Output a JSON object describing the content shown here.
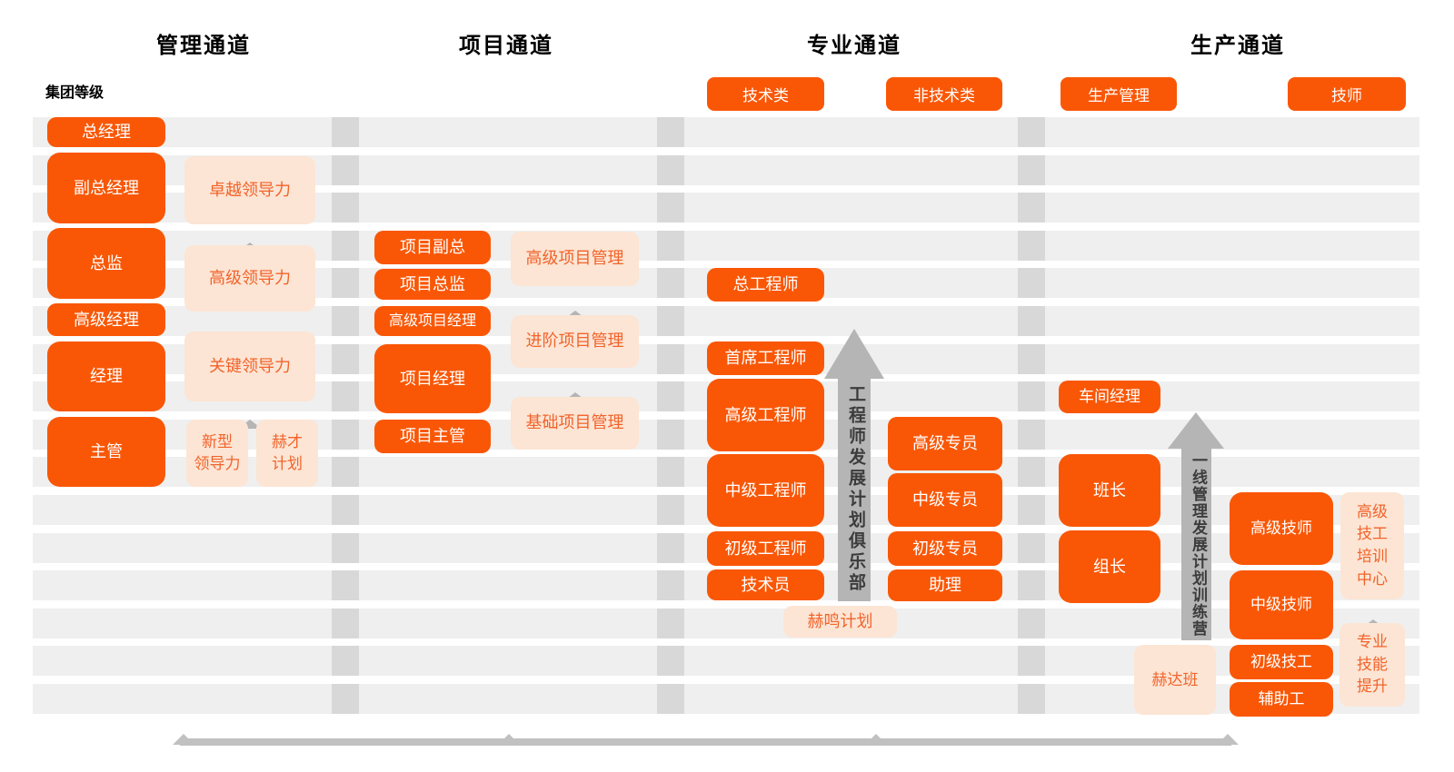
{
  "titles": {
    "management": "管理通道",
    "project": "项目通道",
    "professional": "专业通道",
    "production": "生产通道"
  },
  "group_level_label": "集团等级",
  "management": {
    "positions": [
      "总经理",
      "副总经理",
      "总监",
      "高级经理",
      "经理",
      "主管"
    ],
    "programs": [
      "卓越领导力",
      "高级领导力",
      "关键领导力",
      "新型\n领导力",
      "赫才\n计划"
    ]
  },
  "project": {
    "positions": [
      "项目副总",
      "项目总监",
      "高级项目经理",
      "项目经理",
      "项目主管"
    ],
    "programs": [
      "高级项目管理",
      "进阶项目管理",
      "基础项目管理"
    ]
  },
  "professional": {
    "tags": [
      "技术类",
      "非技术类"
    ],
    "chief": "总工程师",
    "technical_positions": [
      "首席工程师",
      "高级工程师",
      "中级工程师",
      "初级工程师",
      "技术员"
    ],
    "non_technical_positions": [
      "高级专员",
      "中级专员",
      "初级专员",
      "助理"
    ],
    "club_arrow_label": "工程师发展计划俱乐部",
    "program": "赫鸣计划"
  },
  "production": {
    "tags": [
      "生产管理",
      "技师"
    ],
    "management_positions": [
      "车间经理",
      "班长",
      "组长"
    ],
    "technician_positions": [
      "高级技师",
      "中级技师",
      "初级技工",
      "辅助工"
    ],
    "camp_arrow_label": "一线管理发展计划训练营",
    "programs": {
      "training_center": "高级\n技工\n培训\n中心",
      "skill_upgrade": "专业\n技能\n提升",
      "heda_class": "赫达班"
    }
  },
  "colors": {
    "accent": "#F95706",
    "light_fill": "#FCE5D4",
    "light_text": "#F2632B",
    "stripe": "#EFEFEF",
    "separator": "#D8D8D8",
    "arrow_gray": "#B5B5B5",
    "connector_gray": "#C1C1C1"
  }
}
